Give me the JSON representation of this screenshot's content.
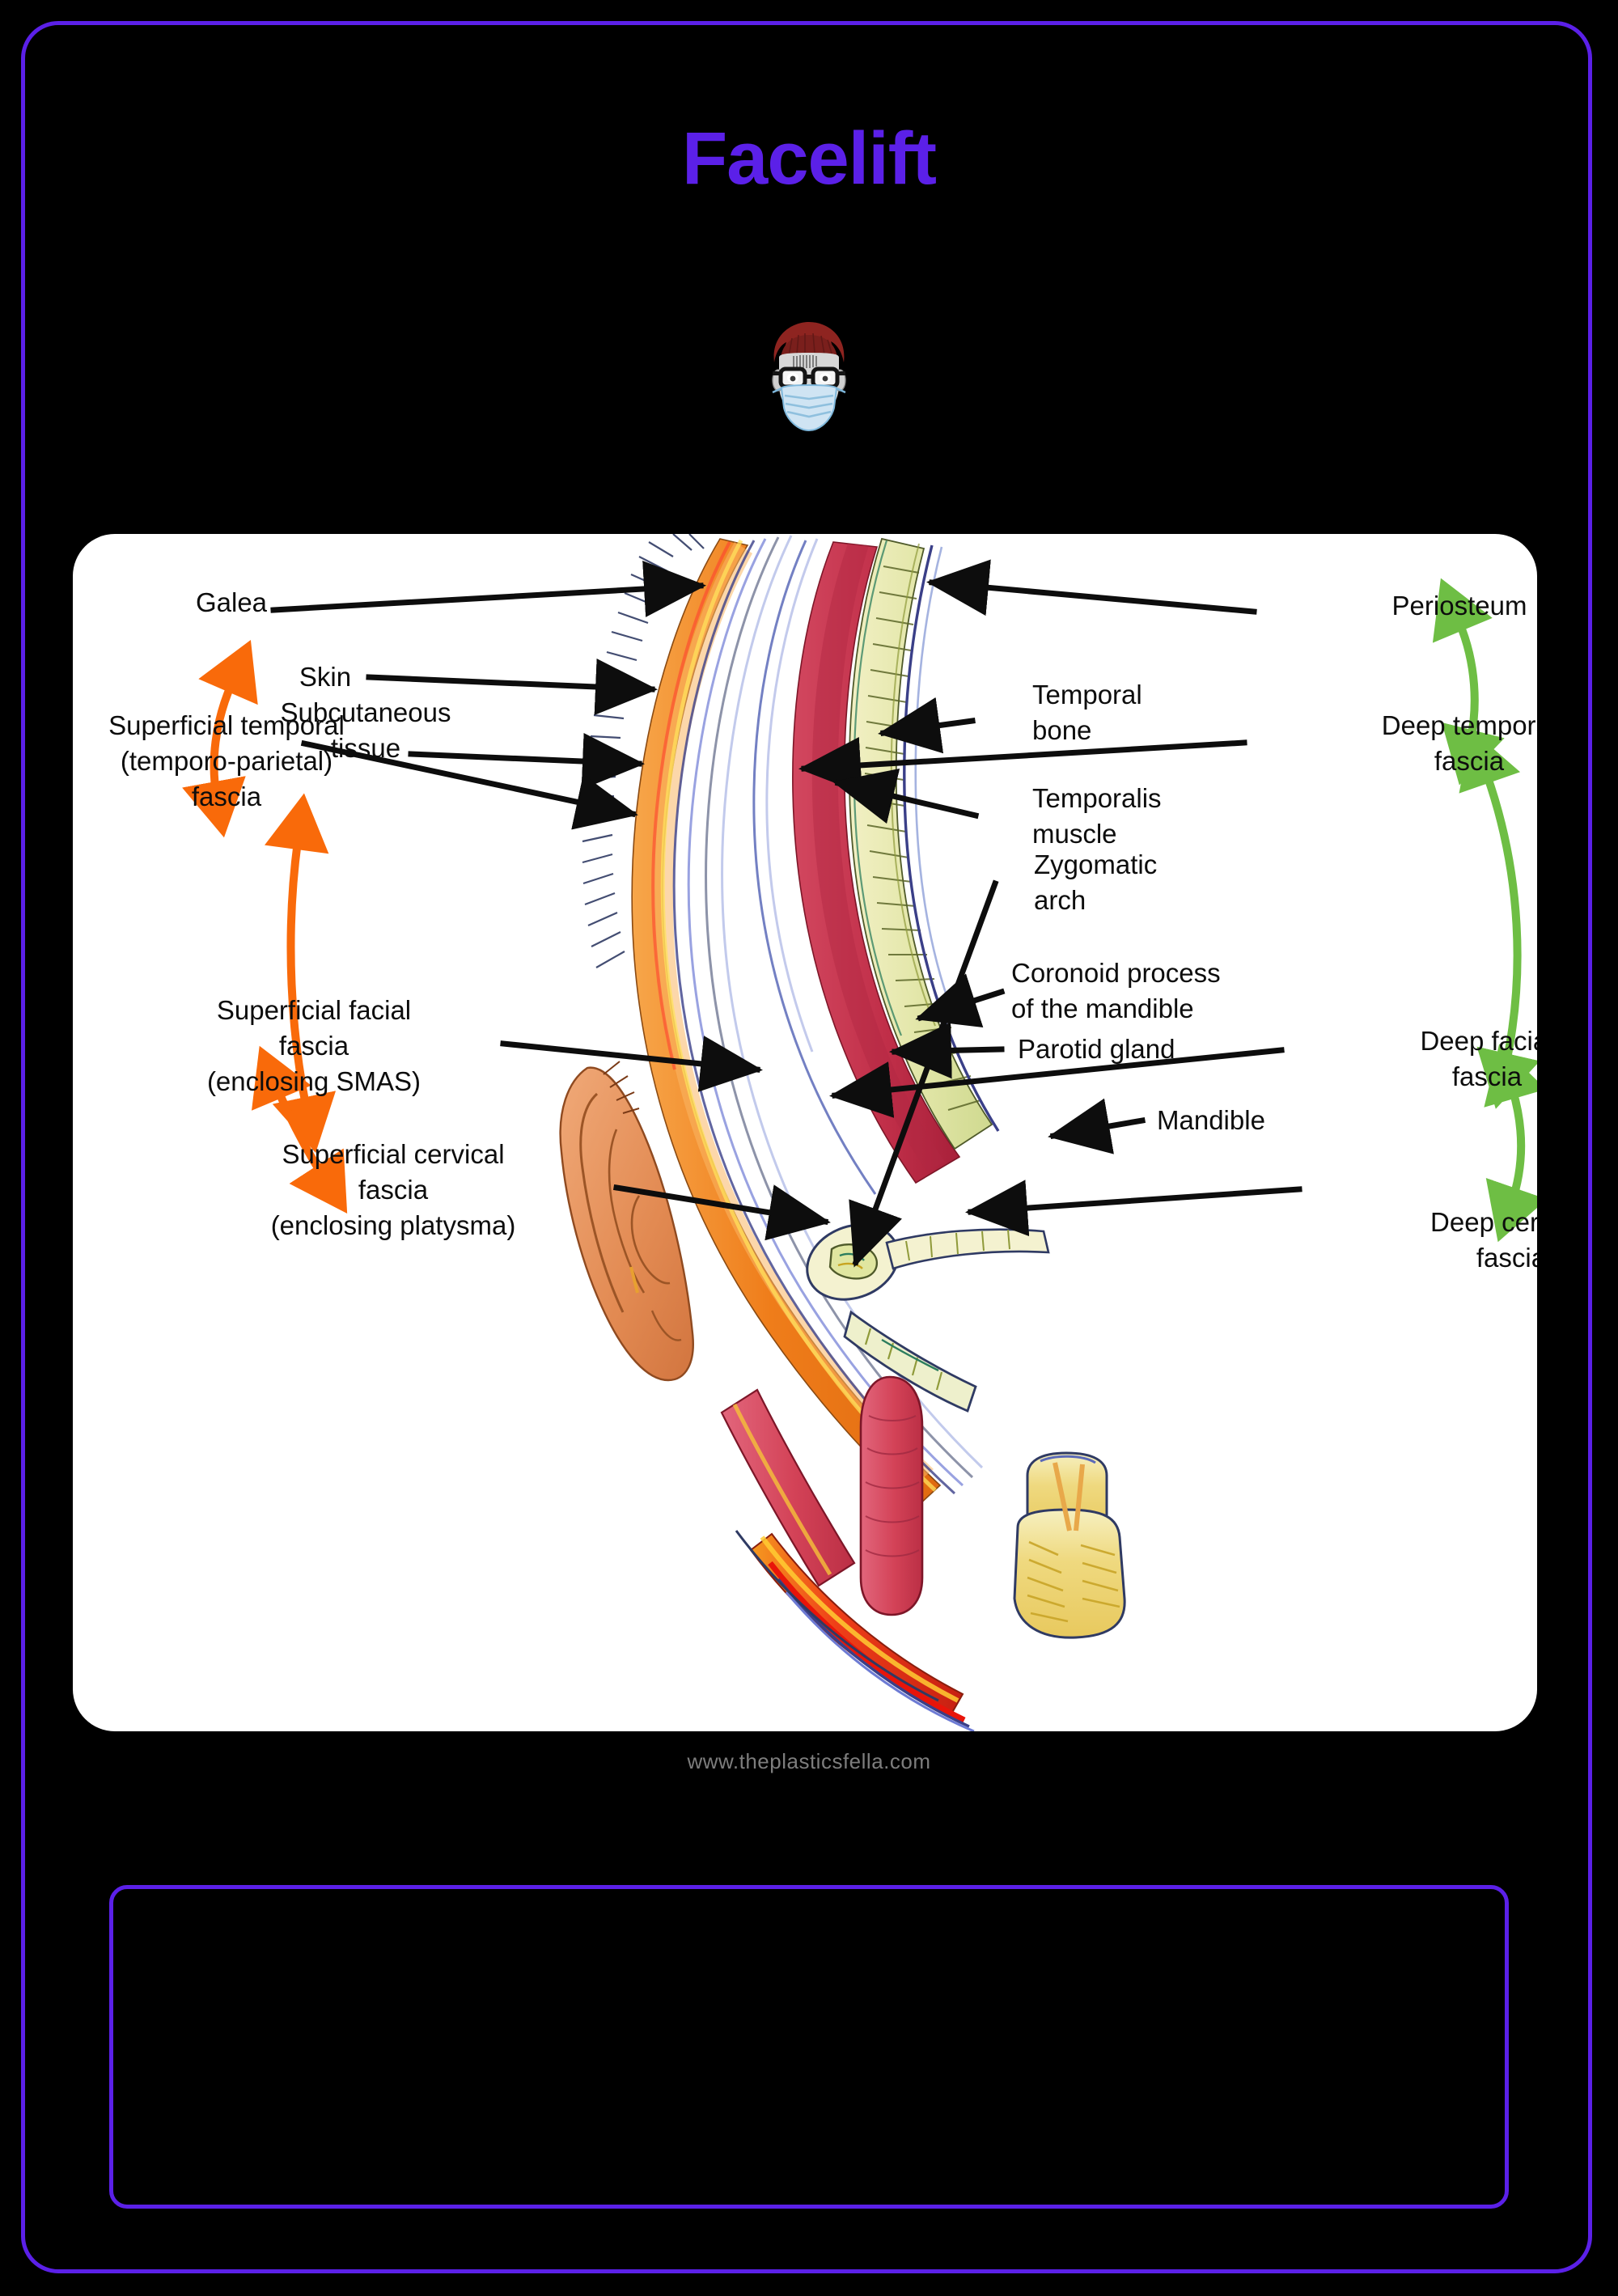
{
  "page": {
    "title": "Facelift",
    "title_color": "#5b20e8",
    "background_color": "#000000",
    "frame_border_color": "#5b20e8",
    "card_background": "#ffffff",
    "watermark": "www.theplasticsfella.com",
    "watermark_color": "#7d7d7d"
  },
  "avatar": {
    "name": "surgeon-avatar",
    "hair_color": "#8e2420",
    "mask_color": "#bcdcf0",
    "glasses_color": "#1a1a1a",
    "skin_color": "#d6d6d6"
  },
  "diagram": {
    "name": "facial-layers-cross-section",
    "accent_superficial": "#f96a0a",
    "accent_deep": "#6ebe44",
    "leader_color": "#0d0d0d",
    "left_labels": [
      {
        "id": "galea",
        "text": "Galea",
        "lines": [
          "Galea"
        ]
      },
      {
        "id": "superficial-temporal-fascia",
        "text": "Superficial temporal (temporo-parietal) fascia",
        "lines": [
          "Superficial temporal",
          "(temporo-parietal)",
          "fascia"
        ]
      },
      {
        "id": "superficial-facial-fascia",
        "text": "Superficial facial fascia (enclosing SMAS)",
        "lines": [
          "Superficial facial",
          "fascia",
          "(enclosing SMAS)"
        ]
      },
      {
        "id": "superficial-cervical-fascia",
        "text": "Superficial cervical fascia (enclosing platysma)",
        "lines": [
          "Superficial cervical",
          "fascia",
          "(enclosing platysma)"
        ]
      }
    ],
    "center_labels": [
      {
        "id": "skin",
        "text": "Skin",
        "lines": [
          "Skin"
        ]
      },
      {
        "id": "subcutaneous-tissue",
        "text": "Subcutaneous tissue",
        "lines": [
          "Subcutaneous",
          "tissue"
        ]
      }
    ],
    "inner_right_labels": [
      {
        "id": "temporal-bone",
        "text": "Temporal bone",
        "lines": [
          "Temporal",
          "bone"
        ]
      },
      {
        "id": "temporalis-muscle",
        "text": "Temporalis muscle",
        "lines": [
          "Temporalis",
          "muscle"
        ]
      },
      {
        "id": "zygomatic-arch",
        "text": "Zygomatic arch",
        "lines": [
          "Zygomatic",
          "arch"
        ]
      },
      {
        "id": "coronoid-process",
        "text": "Coronoid process of the mandible",
        "lines": [
          "Coronoid process",
          "of the mandible"
        ]
      },
      {
        "id": "parotid-gland",
        "text": "Parotid gland",
        "lines": [
          "Parotid gland"
        ]
      },
      {
        "id": "mandible",
        "text": "Mandible",
        "lines": [
          "Mandible"
        ]
      }
    ],
    "right_labels": [
      {
        "id": "periosteum",
        "text": "Periosteum",
        "lines": [
          "Periosteum"
        ]
      },
      {
        "id": "deep-temporal-fascia",
        "text": "Deep temporal fascia",
        "lines": [
          "Deep temporal",
          "fascia"
        ]
      },
      {
        "id": "deep-facial-fascia",
        "text": "Deep facial fascia",
        "lines": [
          "Deep facial",
          "fascia"
        ]
      },
      {
        "id": "deep-cervical-fascia",
        "text": "Deep cervical fascia",
        "lines": [
          "Deep cervical",
          "fascia"
        ]
      }
    ],
    "anatomy_colors": {
      "skin_layer": "#ef7d1a",
      "galea_layer": "#f5a623",
      "temporalis_muscle": "#c3304a",
      "bone": "#e8e8b8",
      "ear": "#e8955f",
      "parotid": "#d9546a",
      "mandible": "#f2da7a",
      "platysma": "#e03020"
    }
  }
}
